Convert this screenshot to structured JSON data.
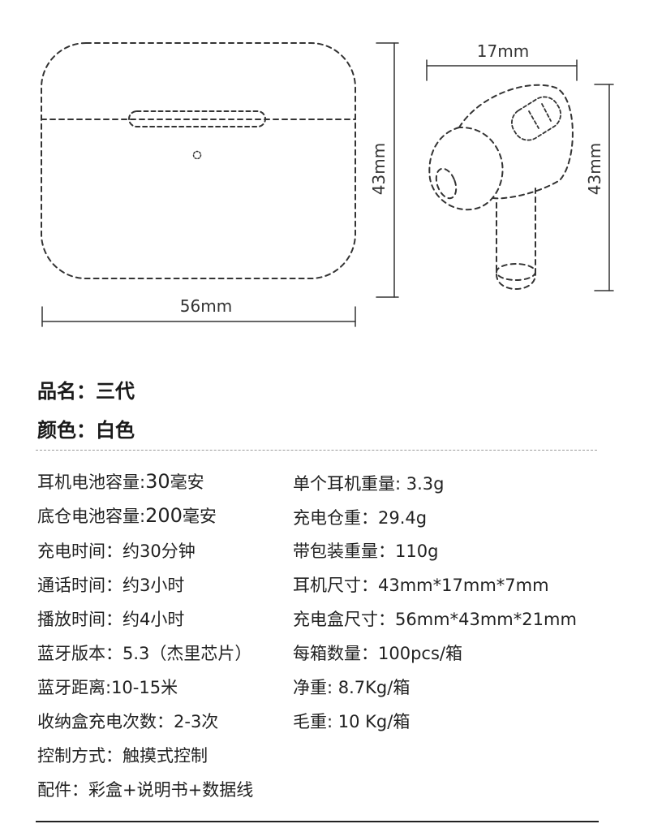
{
  "dimensions": {
    "case_width": "56mm",
    "case_height": "43mm",
    "earbud_width": "17mm",
    "earbud_height": "43mm"
  },
  "product": {
    "name_label": "品名：",
    "name_value": "三代",
    "color_label": "颜色：",
    "color_value": "白色"
  },
  "specs_left": [
    {
      "label": "耳机电池容量:",
      "num": "30",
      "unit": "毫安"
    },
    {
      "label": "底仓电池容量:",
      "num": "200",
      "unit": "毫安"
    },
    {
      "text": "充电时间：约30分钟"
    },
    {
      "text": "通话时间：约3小时"
    },
    {
      "text": "播放时间：约4小时"
    },
    {
      "text": "蓝牙版本：5.3（杰里芯片）"
    },
    {
      "text": "蓝牙距离:10-15米"
    },
    {
      "text": "收纳盒充电次数：2-3次"
    },
    {
      "text": "控制方式：触摸式控制"
    },
    {
      "text": "配件：彩盒+说明书+数据线"
    }
  ],
  "specs_right": [
    {
      "text": "单个耳机重量: 3.3g"
    },
    {
      "text": "充电仓重：29.4g"
    },
    {
      "text": "带包装重量：110g"
    },
    {
      "text": "耳机尺寸：43mm*17mm*7mm"
    },
    {
      "text": "充电盒尺寸：56mm*43mm*21mm"
    },
    {
      "text": "每箱数量：100pcs/箱"
    },
    {
      "text": "净重: 8.7Kg/箱"
    },
    {
      "text": "毛重: 10 Kg/箱"
    }
  ],
  "colors": {
    "ink": "#222222",
    "line": "#333333"
  }
}
